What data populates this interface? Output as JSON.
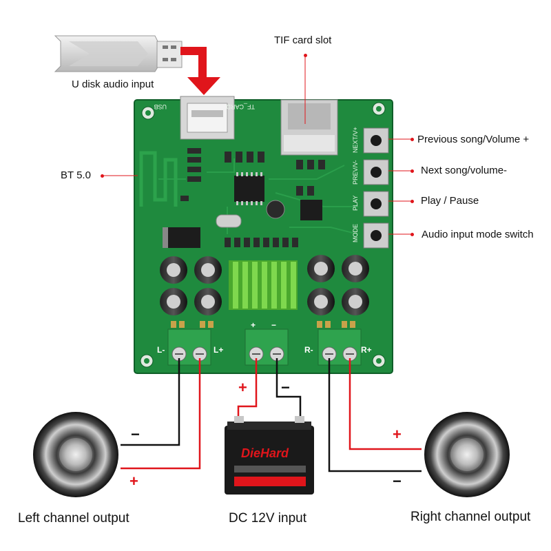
{
  "labels": {
    "usb_input": "U disk audio input",
    "tf_slot": "TIF card slot",
    "bt": "BT 5.0",
    "prev_song": "Previous song/Volume +",
    "next_song": "Next song/volume-",
    "play_pause": "Play / Pause",
    "mode_switch": "Audio input mode switch",
    "left_output": "Left channel output",
    "dc_input": "DC 12V input",
    "right_output": "Right channel output"
  },
  "board_silkscreen": {
    "usb": "USB",
    "tf_card": "TF_CARD",
    "next": "NEXT/V+",
    "prev": "PREV/V-",
    "play": "PLAY",
    "mode": "MODE",
    "l_minus": "L-",
    "l_plus": "L+",
    "plus": "+",
    "minus": "−",
    "r_minus": "R-",
    "r_plus": "R+"
  },
  "polarity": {
    "plus": "+",
    "minus": "−"
  },
  "battery": {
    "brand": "DieHard"
  },
  "colors": {
    "pcb": "#1f8a3e",
    "pcb_dark": "#0f5e28",
    "terminal": "#2fa34e",
    "wire_red": "#e0151b",
    "wire_black": "#111111",
    "arrow_red": "#e0151b",
    "heatsink": "#5cbf3a"
  }
}
